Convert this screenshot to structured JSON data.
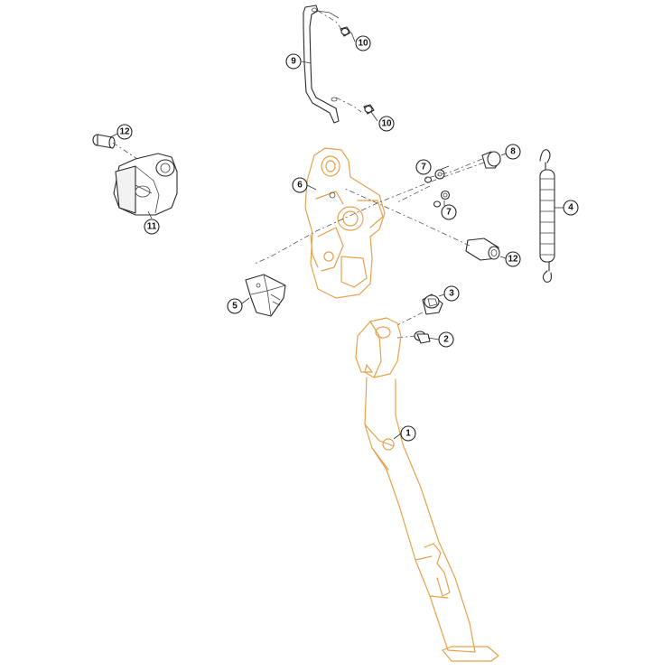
{
  "diagram": {
    "callouts": [
      {
        "id": "c1",
        "label": "1"
      },
      {
        "id": "c2",
        "label": "2"
      },
      {
        "id": "c3",
        "label": "3"
      },
      {
        "id": "c4",
        "label": "4"
      },
      {
        "id": "c5",
        "label": "5"
      },
      {
        "id": "c6",
        "label": "6"
      },
      {
        "id": "c7a",
        "label": "7"
      },
      {
        "id": "c7b",
        "label": "7"
      },
      {
        "id": "c8",
        "label": "8"
      },
      {
        "id": "c9",
        "label": "9"
      },
      {
        "id": "c10a",
        "label": "10"
      },
      {
        "id": "c10b",
        "label": "10"
      },
      {
        "id": "c11",
        "label": "11"
      },
      {
        "id": "c12a",
        "label": "12"
      },
      {
        "id": "c12b",
        "label": "12"
      }
    ]
  }
}
